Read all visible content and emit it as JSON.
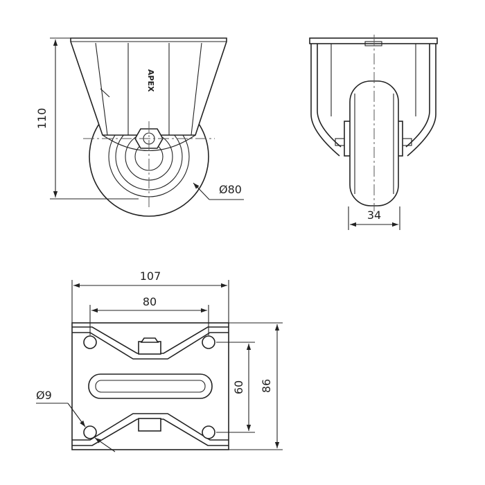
{
  "dimensions": {
    "height_110": "110",
    "wheel_diameter": "Ø80",
    "wheel_width": "34",
    "plate_width": "107",
    "hole_spacing_x": "80",
    "hole_spacing_y": "60",
    "plate_length": "86",
    "hole_diameter": "Ø9"
  },
  "brand_mark": "APEX",
  "colors": {
    "line": "#222222",
    "background": "#ffffff"
  }
}
